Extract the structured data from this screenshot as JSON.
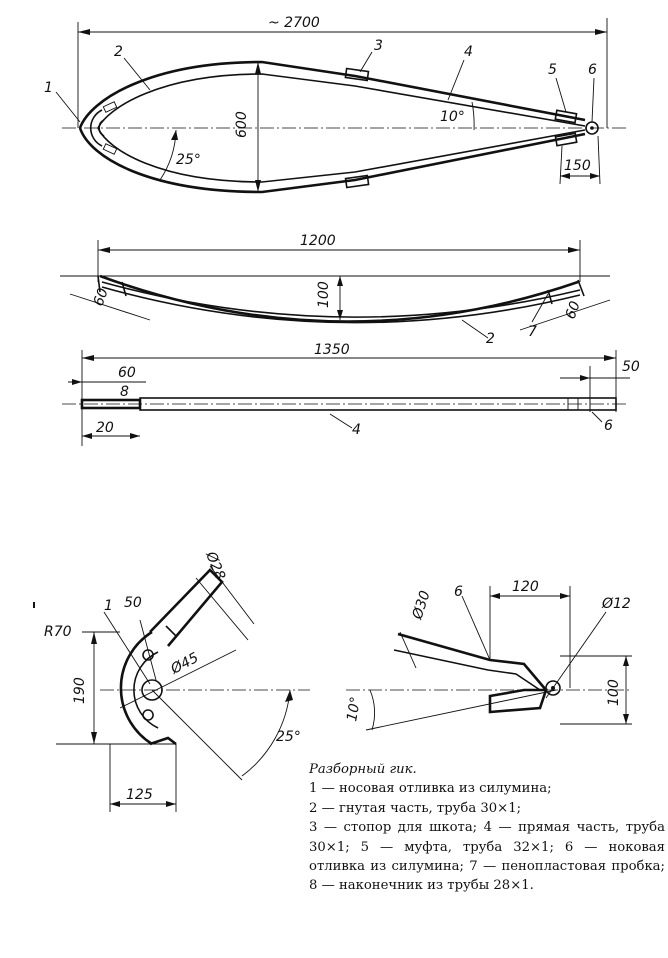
{
  "dims": {
    "total_length": "~ 2700",
    "height": "600",
    "angle_10": "10°",
    "angle_25": "25°",
    "l150": "150",
    "l1200": "1200",
    "l100": "100",
    "l60a": "60",
    "l60b": "60",
    "l1350": "1350",
    "l60c": "60",
    "l8": "8",
    "l20": "20",
    "l50": "50",
    "d28": "Ø28",
    "l50b": "50",
    "r70": "R70",
    "d45": "Ø45",
    "l190": "190",
    "l125": "125",
    "angle_25b": "25°",
    "d30": "Ø30",
    "l120": "120",
    "d12": "Ø12",
    "l100b": "100",
    "angle_10b": "10°"
  },
  "labels": {
    "p1": "1",
    "p2": "2",
    "p3": "3",
    "p4": "4",
    "p5": "5",
    "p6": "6",
    "p2b": "2",
    "p7": "7",
    "p4b": "4",
    "p6b": "6",
    "p8": "8",
    "p1b": "1",
    "p6c": "6"
  },
  "caption": {
    "title": "Разборный гик.",
    "items": [
      "1 — носовая отливка из силумина;",
      "2 — гнутая часть, труба 30×1;",
      "3 — стопор для шкота; 4 — прямая часть, труба 30×1; 5 — муфта, труба 32×1; 6 — ноковая отливка из силумина; 7 — пенопластовая пробка; 8 — наконечник из трубы 28×1."
    ]
  }
}
